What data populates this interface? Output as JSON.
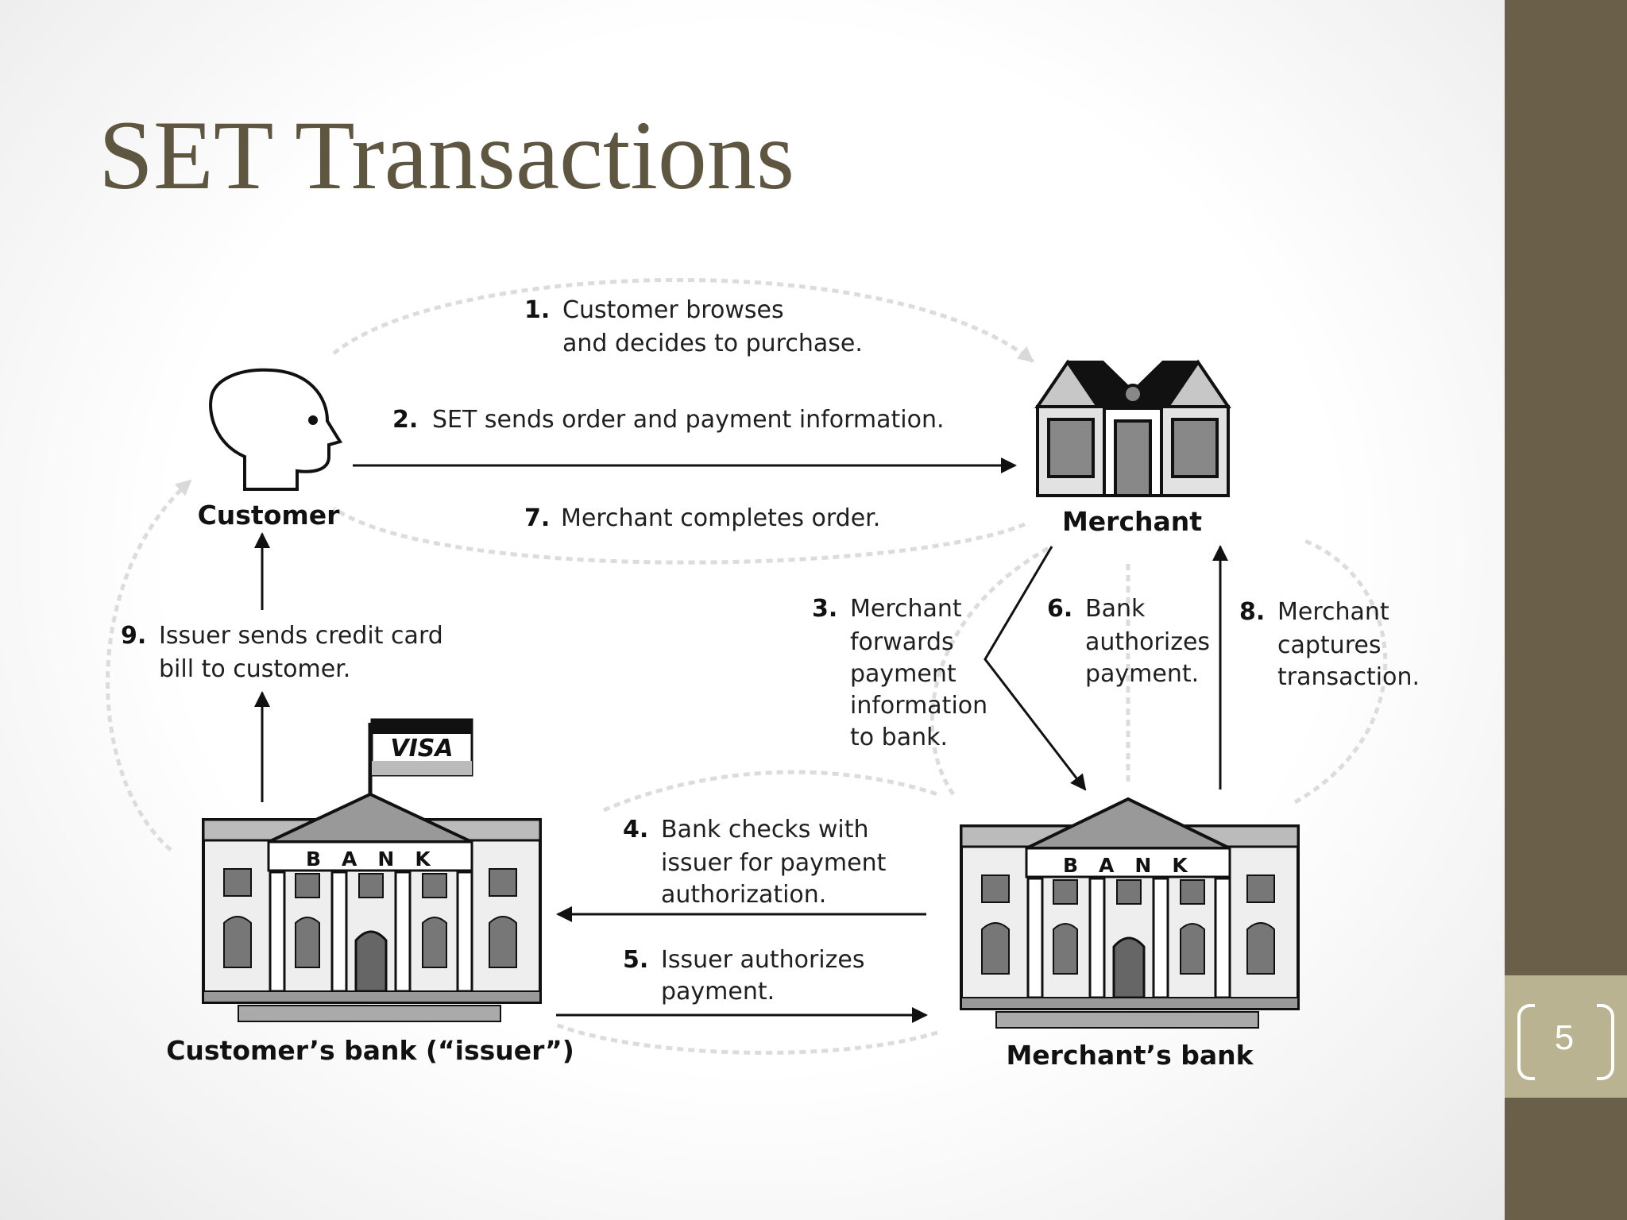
{
  "slide": {
    "title": "SET Transactions",
    "page_number": "5"
  },
  "nodes": {
    "customer": "Customer",
    "merchant": "Merchant",
    "customer_bank": "Customer’s bank (“issuer”)",
    "merchant_bank": "Merchant’s bank",
    "bank_sign": "BANK",
    "flag_text": "VISA"
  },
  "steps": [
    {
      "number": "1.",
      "lines": [
        "Customer browses",
        "and decides to purchase."
      ]
    },
    {
      "number": "2.",
      "lines": [
        "SET sends order and payment information."
      ]
    },
    {
      "number": "3.",
      "lines": [
        "Merchant",
        "forwards",
        "payment",
        "information",
        "to bank."
      ]
    },
    {
      "number": "4.",
      "lines": [
        "Bank checks with",
        "issuer for payment",
        "authorization."
      ]
    },
    {
      "number": "5.",
      "lines": [
        "Issuer authorizes",
        "payment."
      ]
    },
    {
      "number": "6.",
      "lines": [
        "Bank",
        "authorizes",
        "payment."
      ]
    },
    {
      "number": "7.",
      "lines": [
        "Merchant completes order."
      ]
    },
    {
      "number": "8.",
      "lines": [
        "Merchant",
        "captures",
        "transaction."
      ]
    },
    {
      "number": "9.",
      "lines": [
        "Issuer sends credit card",
        "bill to customer."
      ]
    }
  ]
}
